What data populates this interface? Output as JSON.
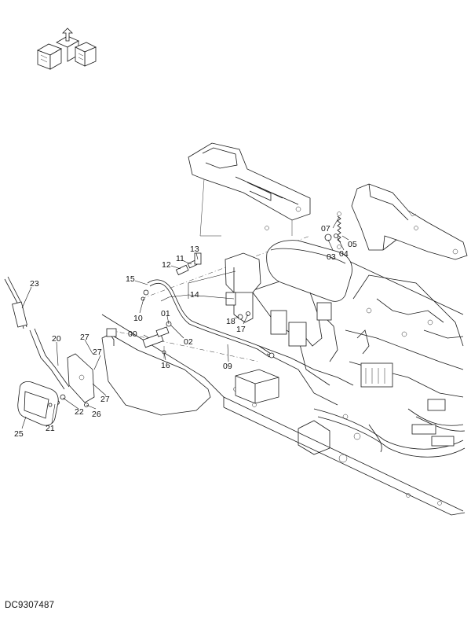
{
  "document_code": "DC9307487",
  "thumbnail_icon": "excavator-location-thumbnail-icon",
  "part_labels": [
    "23",
    "20",
    "27",
    "27",
    "27",
    "25",
    "21",
    "22",
    "26",
    "15",
    "10",
    "14",
    "12",
    "11",
    "13",
    "01",
    "00",
    "02",
    "16",
    "18",
    "17",
    "09",
    "07",
    "03",
    "04",
    "05"
  ]
}
